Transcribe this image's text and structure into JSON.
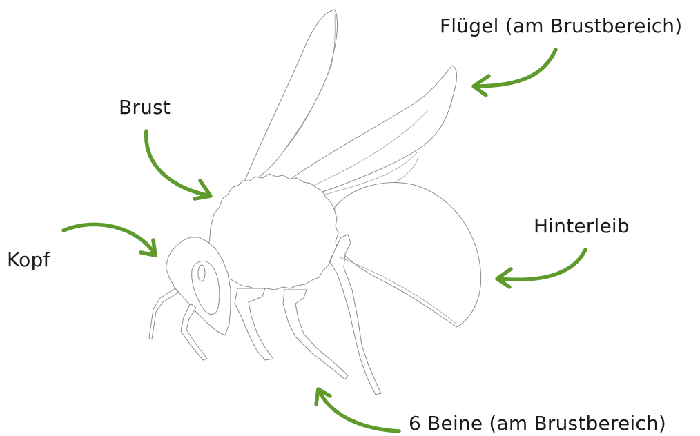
{
  "labels": {
    "wings": "Flügel (am Brustbereich)",
    "thorax": "Brust",
    "abdomen": "Hinterleib",
    "head": "Kopf",
    "legs": "6 Beine (am Brustbereich)"
  },
  "colors": {
    "arrow": "#5e9a2c",
    "outline": "#8a8a8a",
    "text": "#1a1a1a",
    "background": "#ffffff"
  }
}
